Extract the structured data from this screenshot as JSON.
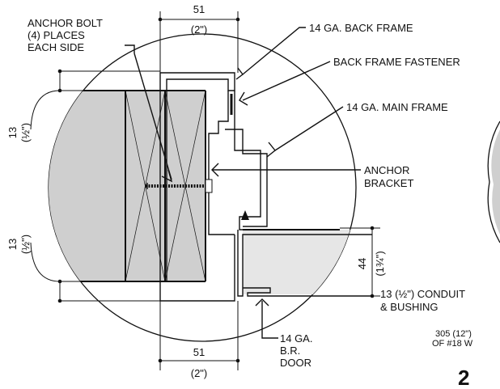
{
  "labels": {
    "anchor_bolt": [
      "ANCHOR BOLT",
      "(4) PLACES",
      "EACH SIDE"
    ],
    "back_frame": "14 GA. BACK FRAME",
    "back_frame_fastener": "BACK FRAME FASTENER",
    "main_frame": "14 GA. MAIN FRAME",
    "anchor_bracket": [
      "ANCHOR",
      "BRACKET"
    ],
    "door": [
      "14 GA.",
      "B.R.",
      "DOOR"
    ],
    "conduit": [
      "13 (½\") CONDUIT",
      "& BUSHING"
    ],
    "wire": [
      "305 (12\")",
      "OF #18 W"
    ]
  },
  "dimensions": {
    "top_width": "51",
    "top_width_imperial": "(2\")",
    "bottom_width": "51",
    "bottom_width_imperial": "(2\")",
    "left_upper": "13",
    "left_upper_imperial": "(½\")",
    "left_lower": "13",
    "left_lower_imperial": "(½\")",
    "right_height": "44",
    "right_height_imperial": "(1¾\")"
  },
  "detail_number": "2",
  "colors": {
    "line": "#111111",
    "fill_gray": "#cfcfcf",
    "fill_light": "#e6e6e6"
  }
}
